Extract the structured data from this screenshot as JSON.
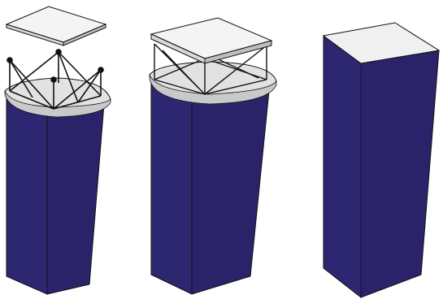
{
  "illustration": {
    "stages": [
      {
        "id": "exploded",
        "description_label": ""
      },
      {
        "id": "assembled-open",
        "description_label": ""
      },
      {
        "id": "covered",
        "description_label": ""
      }
    ]
  },
  "colors": {
    "fabric": "#2d2670",
    "fabric_shadow": "#1c1750",
    "top_light": "#f4f4f4",
    "top_edge": "#d9d9d9",
    "outline": "#111111",
    "truss": "#cfcfcf"
  },
  "icons": [
    "truss-cube-icon",
    "fabric-cover-icon",
    "counter-top-icon"
  ]
}
